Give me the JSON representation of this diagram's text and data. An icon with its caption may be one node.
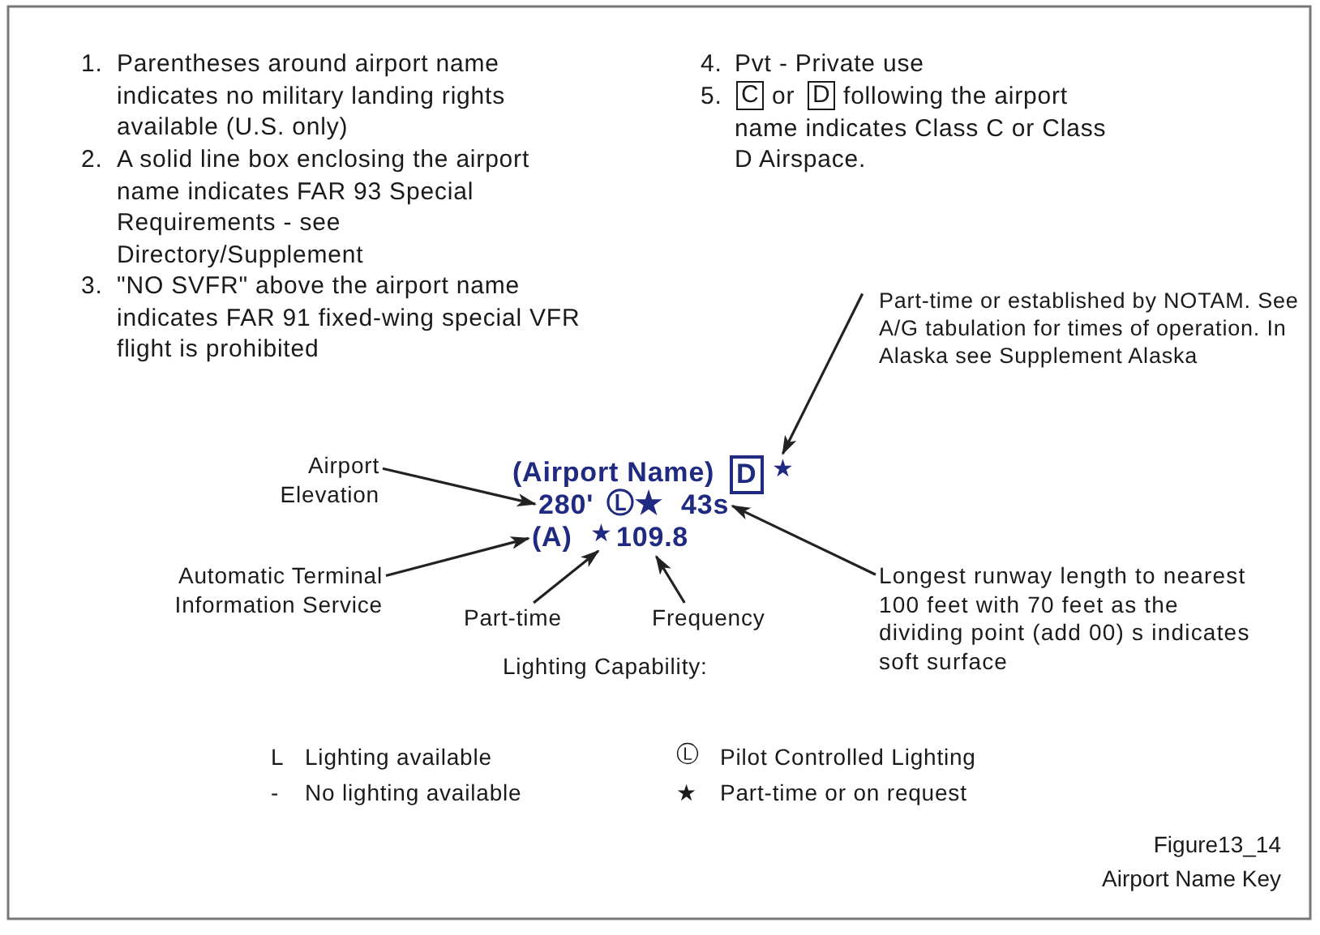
{
  "diagram": {
    "nodes": [
      {
        "text": [
          "Airport Elevation"
        ]
      },
      {
        "text": [
          "(Airport Name)"
        ]
      },
      {
        "text": [
          "D"
        ]
      },
      {
        "text": [
          "★"
        ]
      },
      {
        "text": [
          "Part-time or established by NOTAM. See A/G tabulation for times of operation. In Alaska see Supplement Alaska"
        ]
      },
      {
        "text": [
          "280'"
        ]
      },
      {
        "text": [
          "43s"
        ]
      },
      {
        "text": [
          "Longest runway length to nearest 100 feet with 70 feet as the dividing point (add 00) s indicates soft surface"
        ]
      },
      {
        "text": [
          "Automatic Terminal Information Service"
        ]
      },
      {
        "text": [
          "(A)"
        ]
      },
      {
        "text": [
          "★"
        ]
      },
      {
        "text": [
          "109.8"
        ]
      },
      {
        "text": [
          "Part-time"
        ]
      },
      {
        "text": [
          "Frequency"
        ]
      }
    ],
    "edges": [
      {
        "from": 0,
        "to": 5,
        "arrow": "to"
      },
      {
        "from": 4,
        "to": 3,
        "arrow": "to"
      },
      {
        "from": 7,
        "to": 6,
        "arrow": "to"
      },
      {
        "from": 8,
        "to": 9,
        "arrow": "to"
      },
      {
        "from": 12,
        "to": 10,
        "arrow": "to"
      },
      {
        "from": 13,
        "to": 11,
        "arrow": "to"
      }
    ],
    "labels": [
      "1.",
      "Parentheses around airport name indicates no military landing rights available (U.S. only)",
      "2.",
      "A solid line box enclosing the airport name indicates FAR 93 Special Requirements - see Directory/Supplement",
      "3.",
      "\"NO SVFR\" above the airport name indicates FAR 91 fixed-wing special VFR flight is prohibited",
      "4.",
      "Pvt - Private use",
      "5.",
      "C",
      "or",
      "D",
      "following the airport name indicates Class C or Class D Airspace.",
      "Ⓛ★",
      "Lighting Capability:",
      "L",
      "Lighting available",
      "-",
      "No lighting available",
      "Ⓛ",
      "Pilot Controlled Lighting",
      "★",
      "Part-time or on request",
      "Figure13_14",
      "Airport Name Key"
    ]
  }
}
